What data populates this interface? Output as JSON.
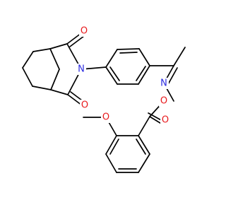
{
  "molecule": {
    "atoms": {
      "o_top": {
        "symbol": "O",
        "color": "#e8191c"
      },
      "o_bottom": {
        "symbol": "O",
        "color": "#e8191c"
      },
      "n_imide": {
        "symbol": "N",
        "color": "#2a2ae0"
      },
      "n_oxime": {
        "symbol": "N",
        "color": "#2a2ae0"
      },
      "o_oxime": {
        "symbol": "O",
        "color": "#e8191c"
      },
      "o_carbonyl": {
        "symbol": "O",
        "color": "#e8191c"
      },
      "o_methoxy": {
        "symbol": "O",
        "color": "#e8191c"
      }
    },
    "colors": {
      "bond": "#000000",
      "oxygen": "#e8191c",
      "nitrogen": "#2a2ae0"
    }
  }
}
